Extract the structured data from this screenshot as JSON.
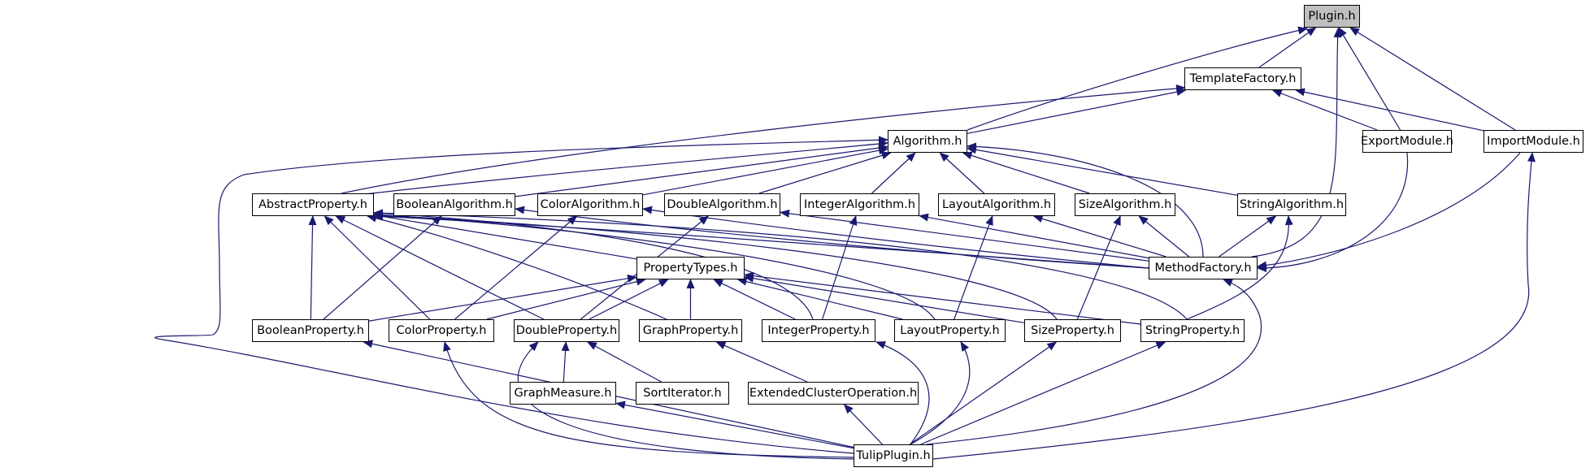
{
  "colors": {
    "edge": "#191970",
    "node_border": "#000000",
    "node_fill": "#ffffff",
    "focus_fill": "#bfbfbf"
  },
  "nodes": {
    "plugin": "Plugin.h",
    "template_factory": "TemplateFactory.h",
    "algorithm": "Algorithm.h",
    "export_module": "ExportModule.h",
    "import_module": "ImportModule.h",
    "abstract_property": "AbstractProperty.h",
    "boolean_algorithm": "BooleanAlgorithm.h",
    "color_algorithm": "ColorAlgorithm.h",
    "double_algorithm": "DoubleAlgorithm.h",
    "integer_algorithm": "IntegerAlgorithm.h",
    "layout_algorithm": "LayoutAlgorithm.h",
    "size_algorithm": "SizeAlgorithm.h",
    "string_algorithm": "StringAlgorithm.h",
    "method_factory": "MethodFactory.h",
    "property_types": "PropertyTypes.h",
    "boolean_property": "BooleanProperty.h",
    "color_property": "ColorProperty.h",
    "double_property": "DoubleProperty.h",
    "graph_property": "GraphProperty.h",
    "integer_property": "IntegerProperty.h",
    "layout_property": "LayoutProperty.h",
    "size_property": "SizeProperty.h",
    "string_property": "StringProperty.h",
    "graph_measure": "GraphMeasure.h",
    "sort_iterator": "SortIterator.h",
    "extended_cluster_operation": "ExtendedClusterOperation.h",
    "tulip_plugin": "TulipPlugin.h"
  }
}
